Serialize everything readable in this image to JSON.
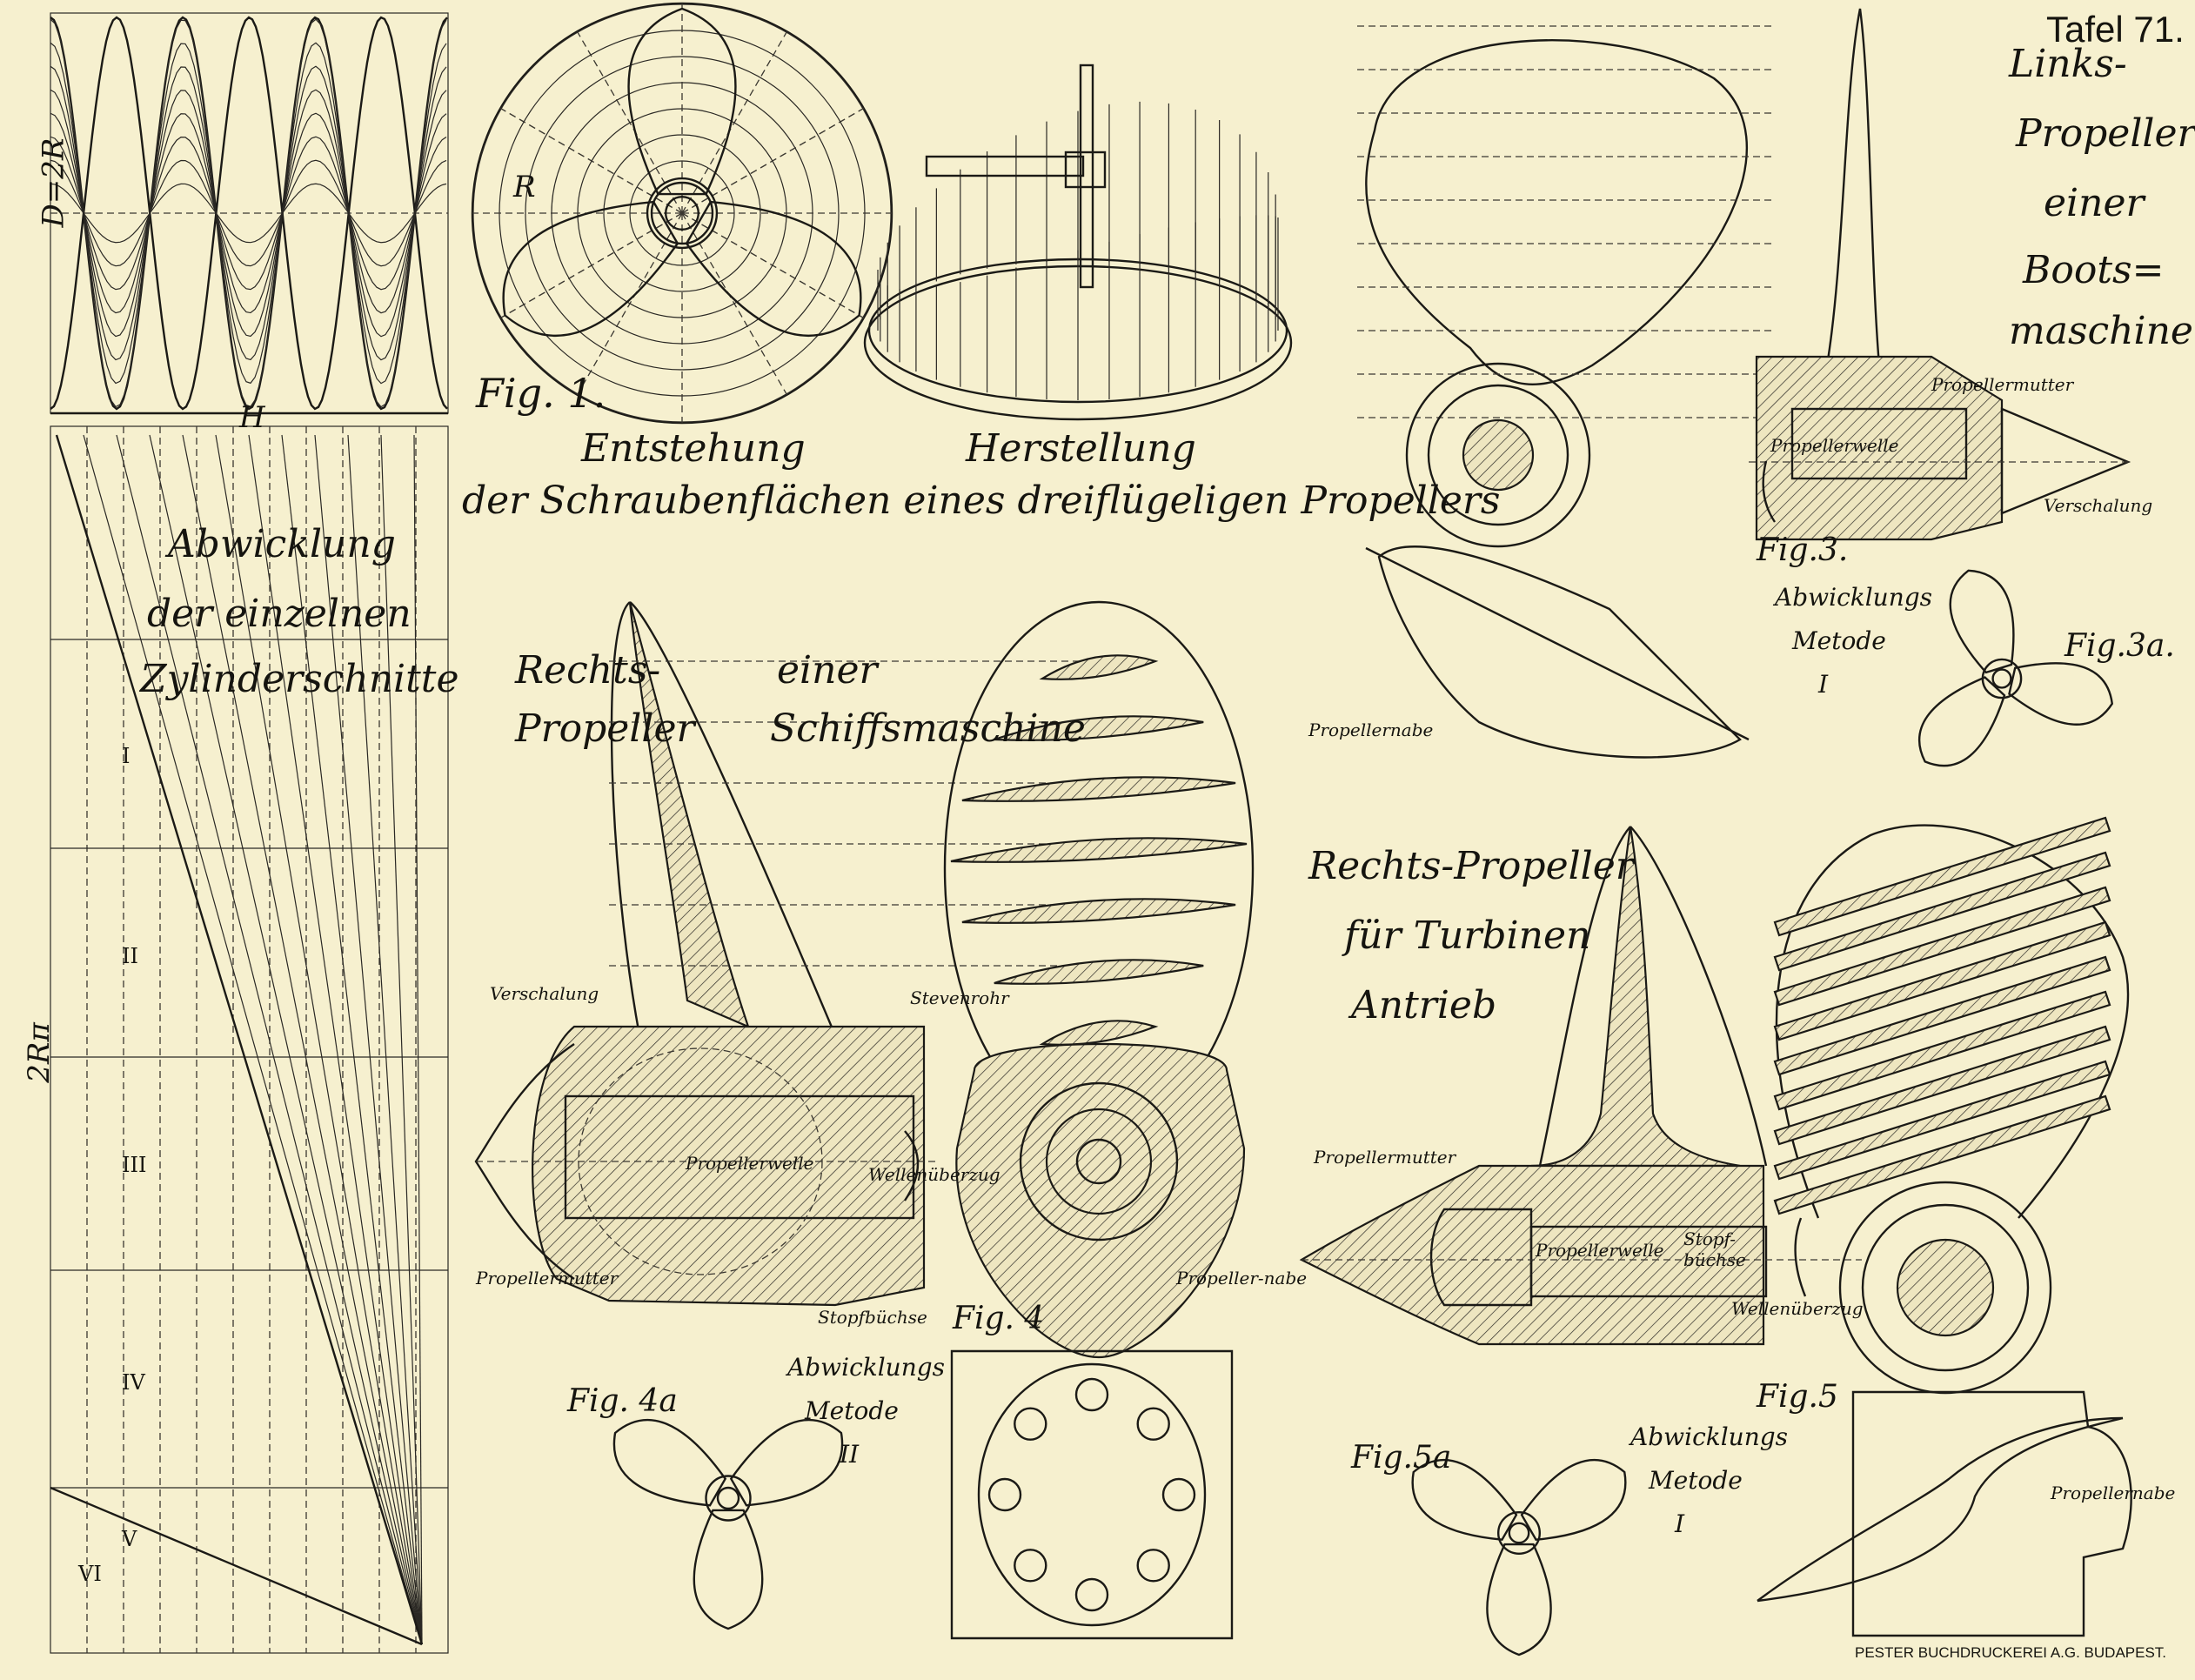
{
  "plate_number": "Tafel 71.",
  "printer": "PESTER BUCHDRUCKEREI A.G. BUDAPEST.",
  "fig1": {
    "label": "Fig. 1.",
    "caption_left": "Entstehung",
    "caption_right": "Herstellung",
    "caption_line": "der Schraubenflächen eines dreiflügeligen Propellers",
    "dim_D": "D=2R",
    "dim_H": "H",
    "dim_R": "R"
  },
  "development": {
    "title1": "Abwicklung",
    "title2": "der einzelnen",
    "title3": "Zylinderschnitte",
    "dim": "2Rπ",
    "roman": [
      "I",
      "II",
      "III",
      "IV",
      "V",
      "VI"
    ]
  },
  "fig3": {
    "title": [
      "Links-",
      "Propeller",
      "einer",
      "Boots=",
      "maschine"
    ],
    "label": "Fig.3.",
    "label_a": "Fig.3a.",
    "method": [
      "Abwicklungs",
      "Metode",
      "I"
    ],
    "parts": {
      "nut": "Propellermutter",
      "shaft": "Propellerwelle",
      "fairing": "Verschalung",
      "hub": "Propellernabe"
    }
  },
  "fig4": {
    "title": [
      "Rechts-",
      "Propeller",
      "einer",
      "Schiffsmaschine"
    ],
    "label": "Fig. 4",
    "label_a": "Fig. 4a",
    "method": [
      "Abwicklungs",
      "Metode",
      "II"
    ],
    "parts": {
      "fairing": "Verschalung",
      "stern_tube": "Stevenrohr",
      "shaft": "Propellerwelle",
      "sleeve": "Wellenüberzug",
      "nut": "Propellermutter",
      "gland": "Stopfbüchse",
      "hub": "Propeller-nabe"
    }
  },
  "fig5": {
    "title": [
      "Rechts-Propeller",
      "für Turbinen",
      "Antrieb"
    ],
    "label": "Fig.5",
    "label_a": "Fig.5a",
    "method": [
      "Abwicklungs",
      "Metode",
      "I"
    ],
    "parts": {
      "nut": "Propellermutter",
      "shaft": "Propellerwelle",
      "gland": "Stopf-büchse",
      "sleeve": "Wellenüberzug",
      "hub": "Propellernabe"
    }
  }
}
